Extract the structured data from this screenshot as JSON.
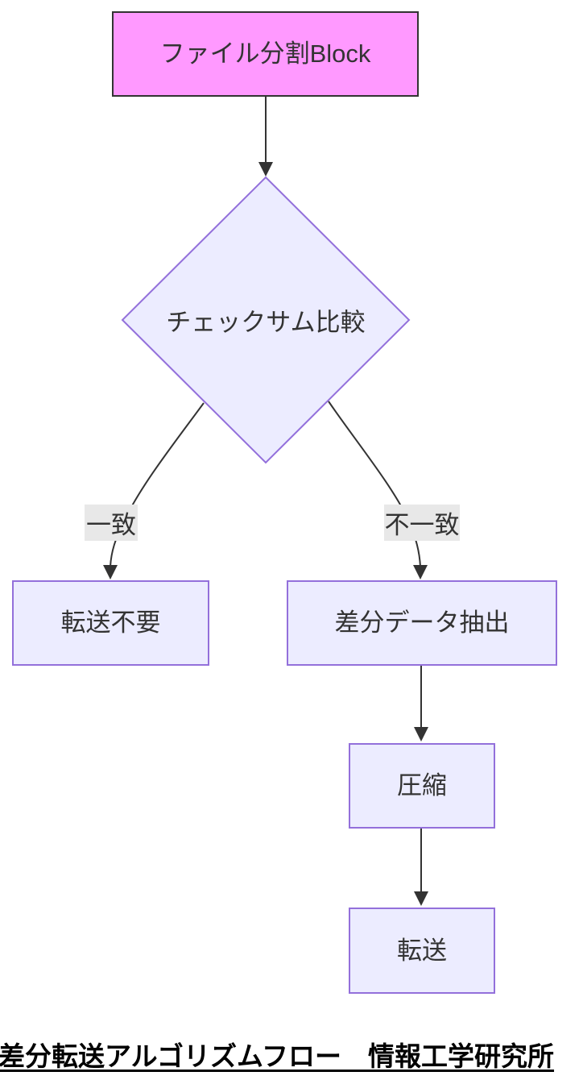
{
  "diagram": {
    "type": "flowchart",
    "nodes": {
      "file_split": "ファイル分割Block",
      "checksum": "チェックサム比較",
      "no_transfer": "転送不要",
      "diff_extract": "差分データ抽出",
      "compress": "圧縮",
      "transfer": "転送"
    },
    "edge_labels": {
      "match": "一致",
      "mismatch": "不一致"
    },
    "edges": [
      {
        "from": "file_split",
        "to": "checksum",
        "label": ""
      },
      {
        "from": "checksum",
        "to": "no_transfer",
        "label": "一致"
      },
      {
        "from": "checksum",
        "to": "diff_extract",
        "label": "不一致"
      },
      {
        "from": "diff_extract",
        "to": "compress",
        "label": ""
      },
      {
        "from": "compress",
        "to": "transfer",
        "label": ""
      }
    ],
    "caption": "差分転送アルゴリズムフロー　情報工学研究所",
    "colors": {
      "highlight_fill": "#ff99ff",
      "highlight_border": "#333333",
      "node_fill": "#ececff",
      "node_border": "#9370db",
      "edge": "#333333",
      "label_bg": "#e8e8e8",
      "text": "#333333"
    }
  }
}
